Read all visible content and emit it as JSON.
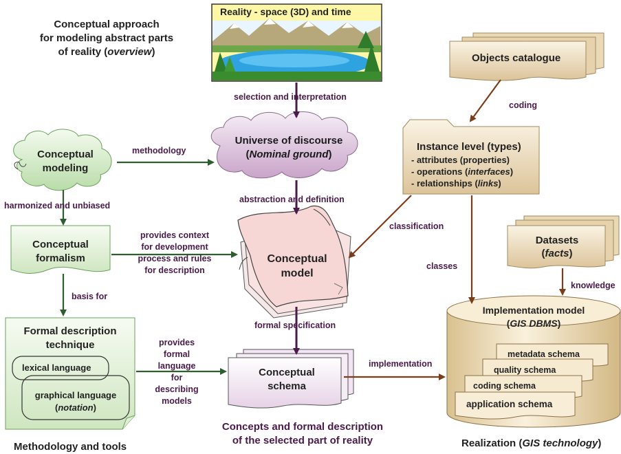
{
  "header": {
    "line1": "Conceptual approach",
    "line2": "for modeling abstract parts",
    "line3_pre": "of reality (",
    "line3_em": "overview",
    "line3_post": ")"
  },
  "reality": {
    "title": "Reality - space (3D) and time"
  },
  "edges": {
    "selection": "selection and interpretation",
    "methodology": "methodology",
    "harmonized": "harmonized and unbiased",
    "abstraction": "abstraction and definition",
    "coding": "coding",
    "classification": "classification",
    "classes": "classes",
    "knowledge": "knowledge",
    "context1": "provides context",
    "context2": "for development",
    "context3": "process and rules",
    "context4": "for description",
    "basis": "basis for",
    "formal_spec": "formal specification",
    "lang1": "provides",
    "lang2": "formal",
    "lang3": "language",
    "lang4": "for",
    "lang5": "describing",
    "lang6": "models",
    "implementation": "implementation"
  },
  "nodes": {
    "universe_line1": "Universe of discourse",
    "universe_line2_pre": "(",
    "universe_line2_em": "Nominal ground",
    "universe_line2_post": ")",
    "cm_line1": "Conceptual",
    "cm_line2": "modeling",
    "formalism_line1": "Conceptual",
    "formalism_line2": "formalism",
    "objects_catalogue": "Objects catalogue",
    "instance_title": "Instance level (types)",
    "instance_item1": "- attributes (properties)",
    "instance_item2_pre": "- operations (",
    "instance_item2_em": "interfaces",
    "instance_item2_post": ")",
    "instance_item3_pre": "- relationships (",
    "instance_item3_em": "links",
    "instance_item3_post": ")",
    "model_line1": "Conceptual",
    "model_line2": "model",
    "datasets_line1": "Datasets",
    "datasets_line2_pre": "(",
    "datasets_line2_em": "facts",
    "datasets_line2_post": ")",
    "fdt_line1": "Formal description",
    "fdt_line2": "technique",
    "lexical": "lexical language",
    "graphical_line1": "graphical language",
    "graphical_line2_pre": "(",
    "graphical_line2_em": "notation",
    "graphical_line2_post": ")",
    "schema_line1": "Conceptual",
    "schema_line2": "schema",
    "impl_line1": "Implementation model",
    "impl_line2_pre": "(",
    "impl_line2_em": "GIS DBMS",
    "impl_line2_post": ")",
    "metadata_schema": "metadata schema",
    "quality_schema": "quality schema",
    "coding_schema": "coding schema",
    "application_schema": "application schema"
  },
  "footer": {
    "methodology": "Methodology and tools",
    "concepts_line1": "Concepts and formal description",
    "concepts_line2": "of the selected part of reality",
    "realization_pre": "Realization (",
    "realization_em": "GIS technology",
    "realization_post": ")"
  },
  "colors": {
    "arrow_purple": "#4a1a4a",
    "arrow_green": "#2e5e2e",
    "arrow_brown": "#7a3d1a",
    "tan_fill": "#ead9b7",
    "green_fill": "#e8f2df",
    "pink_fill": "#f7d6d6",
    "lilac_fill": "#f2e4f2",
    "cloud_fill": "#d9b6d9"
  }
}
